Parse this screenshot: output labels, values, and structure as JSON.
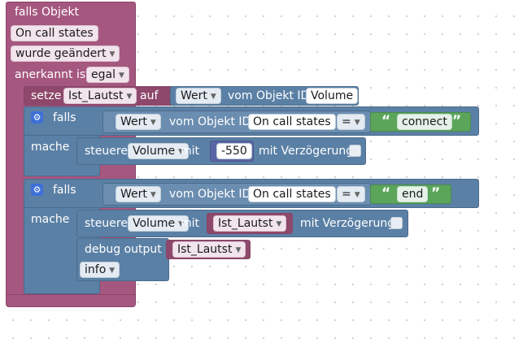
{
  "trigger": {
    "title": "falls Objekt",
    "object": "On call states",
    "event": "wurde geändert",
    "ack_label": "anerkannt ist",
    "ack_value": "egal"
  },
  "set_block": {
    "label": "setze",
    "variable": "Ist_Lautst",
    "to_label": "auf"
  },
  "value_block": {
    "attr": "Wert",
    "label": "vom Objekt ID",
    "object": "Volume"
  },
  "if1": {
    "falls_label": "falls",
    "mache_label": "mache",
    "cond_attr": "Wert",
    "cond_label": "vom Objekt ID",
    "cond_object": "On call states",
    "operator": "=",
    "string": "connect",
    "control_label": "steuere",
    "control_object": "Volume",
    "with_label": "mit",
    "control_value": "-550",
    "delay_label": "mit Verzögerung"
  },
  "if2": {
    "falls_label": "falls",
    "mache_label": "mache",
    "cond_attr": "Wert",
    "cond_label": "vom Objekt ID",
    "cond_object": "On call states",
    "operator": "=",
    "string": "end",
    "control_label": "steuere",
    "control_object": "Volume",
    "with_label": "mit",
    "control_value": "Ist_Lautst",
    "delay_label": "mit Verzögerung",
    "debug_label": "debug output",
    "debug_value": "Ist_Lautst",
    "debug_level": "info"
  },
  "colors": {
    "trigger": "#a5577f",
    "logic": "#5b80a5",
    "text": "#5ba55b",
    "number": "#5b67a5"
  }
}
